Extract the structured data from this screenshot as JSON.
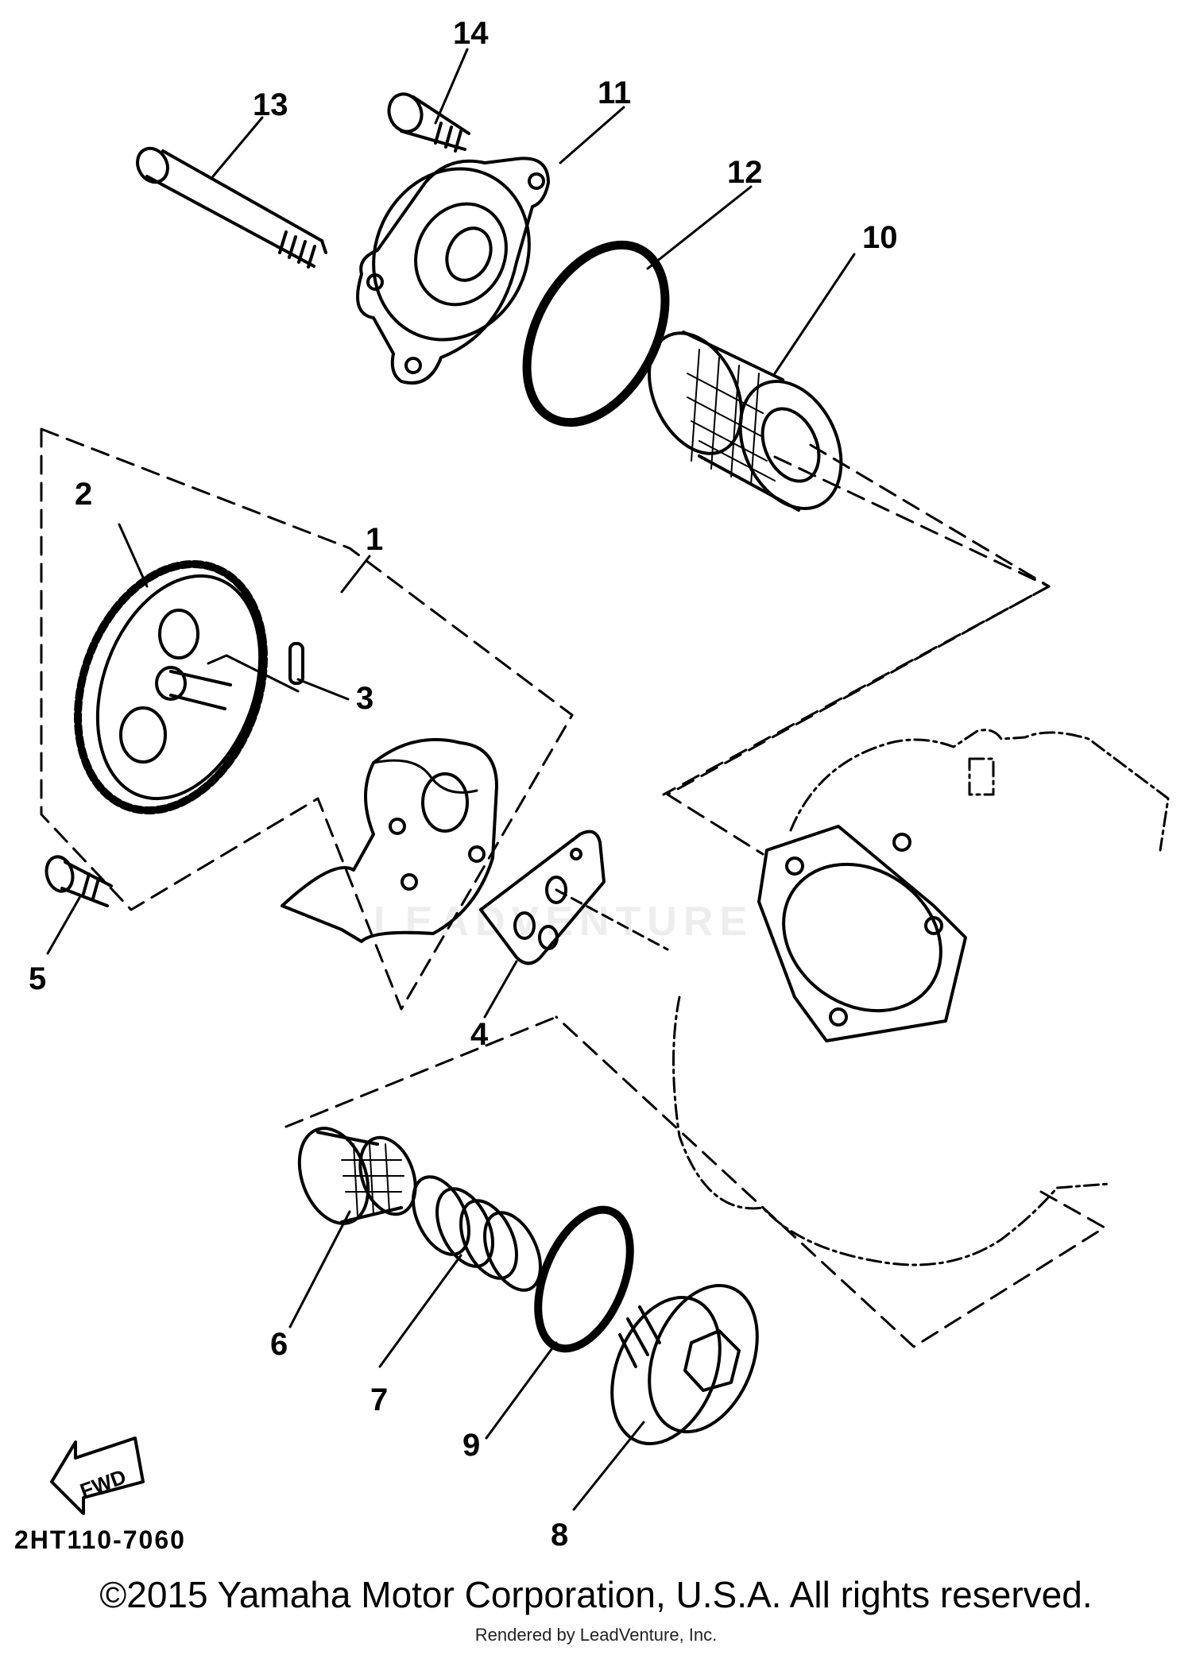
{
  "diagram": {
    "callouts": [
      "1",
      "2",
      "3",
      "4",
      "5",
      "6",
      "7",
      "8",
      "9",
      "10",
      "11",
      "12",
      "13",
      "14"
    ],
    "fwd_label": "FWD",
    "drawing_code": "2HT110-7060",
    "watermark": "LEADVENTURE"
  },
  "footer": {
    "copyright": "©2015 Yamaha Motor Corporation, U.S.A. All rights reserved.",
    "rendered_by": "Rendered by LeadVenture, Inc."
  }
}
